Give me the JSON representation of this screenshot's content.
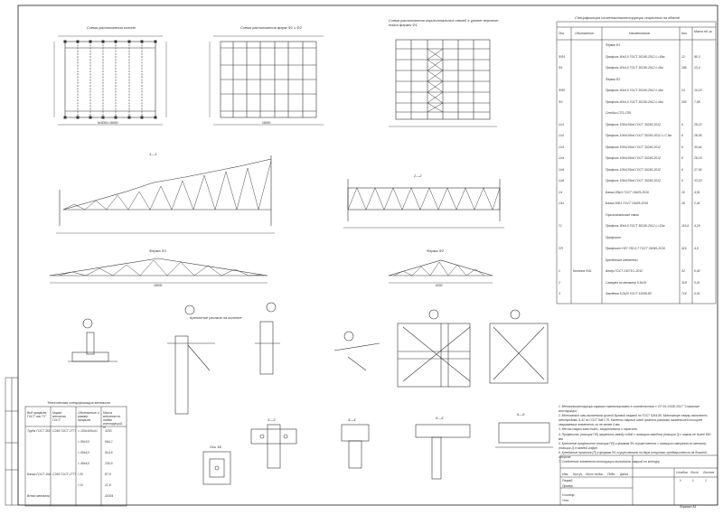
{
  "view_titles": {
    "col_layout": "Схема расположения колонн",
    "truss_layout": "Схема расположения ферм Ф1 и Ф2",
    "bracing_layout": "Схема расположения горизонтальных связей в уровне верхнего пояса фермы Ф1",
    "section_1": "1—1",
    "section_2": "2—2",
    "truss_f1": "Ферма Ф1",
    "truss_f2": "Ферма Ф2",
    "node_support": "Крепление уголков на колонне",
    "section_3": "3—3",
    "section_4": "4—4",
    "section_5": "5—5",
    "section_6": "6—6",
    "axis_1b": "Ось 1Б",
    "table2_title": "Техническая спецификация металла"
  },
  "dims": {
    "col_total": "6х3000=18000",
    "truss_total": "18000",
    "truss_f1_len": "18000",
    "truss_f2_len": "6000"
  },
  "spec": {
    "title": "Спецификация на металлоконструкции покрытия на здание",
    "headers": [
      "Поз.",
      "Обозначение",
      "Наименование",
      "Кол.",
      "Масса ед. кг"
    ],
    "rows": [
      [
        "",
        "",
        "Ферма Ф1",
        "",
        ""
      ],
      [
        "ФФ1",
        "",
        "Профиль 90х3,0 ГОСТ 30245-2012 L=18м",
        "12",
        "95,3"
      ],
      [
        "Ф1",
        "",
        "Профиль 60х4,0 ГОСТ 30245-2012 L=6м",
        "288",
        "13,4"
      ],
      [
        "",
        "",
        "Ферма Ф2",
        "",
        ""
      ],
      [
        "ФФ2",
        "",
        "Профиль 60х4,0 ГОСТ 30245-2012 L=6м",
        "24",
        "16,18"
      ],
      [
        "Ф2",
        "",
        "Профиль 40х4,0 ГОСТ 30245-2012 L=6м",
        "300",
        "7,68"
      ],
      [
        "",
        "",
        "Стойки СП1-СП6",
        "",
        ""
      ],
      [
        "Сп1",
        "",
        "Профиль 100х100х4 ГОСТ 30245-2012",
        "6",
        "28,22"
      ],
      [
        "Сп2",
        "",
        "Профиль 100х100х4 ГОСТ 30245-2012 L=7,5м",
        "6",
        "28,06"
      ],
      [
        "Сп3",
        "",
        "Профиль 100х100х4 ГОСТ 30245-2012",
        "6",
        "30,64"
      ],
      [
        "Сп4",
        "",
        "Профиль 100х100х4 ГОСТ 30245-2012",
        "6",
        "28,18"
      ],
      [
        "Сп5",
        "",
        "Профиль 100х100х4 ГОСТ 30245-2012",
        "6",
        "27,95"
      ],
      [
        "Сп6",
        "",
        "Профиль 100х100х4 ГОСТ 30245-2012",
        "6",
        "33,18"
      ],
      [
        "Св",
        "",
        "Балка 20Ш1 ГОСТ 19425-2016",
        "16",
        "4,51"
      ],
      [
        "Св1",
        "",
        "Балка 10Б1 ГОСТ 19425-2016",
        "26",
        "2,42"
      ],
      [
        "",
        "",
        "Горизонтальные связи",
        "",
        ""
      ],
      [
        "Г1",
        "",
        "Профиль 90х4,0 ГОСТ 30245-2012 L=12м",
        "116,8",
        "4,29"
      ],
      [
        "",
        "",
        "Профлист",
        "",
        ""
      ],
      [
        "ПЛ",
        "",
        "Профлист Н57-750-0,7 ГОСТ 24045-2016",
        "416",
        "4,5"
      ],
      [
        "",
        "",
        "Крепёжные элементы",
        "",
        ""
      ],
      [
        "1",
        "Колонна Ф41",
        "Анкер ГОСТ 24379.1-2012",
        "32",
        "0,92"
      ],
      [
        "2",
        "",
        "Саморез по металлу 5,5х19",
        "318",
        "0,01"
      ],
      [
        "3",
        "",
        "Заклёпка 5,0х20 ГОСТ 10299-80",
        "718",
        "0,01"
      ]
    ]
  },
  "table2": {
    "headers": [
      "Вид профиля, ГОСТ или ТУ",
      "Марка металла, ГОСТ",
      "Обозначение и размер профиля",
      "Масса металла по видам конструкций, т"
    ],
    "rows": [
      [
        "Труба ГОСТ 30245-2012",
        "С245 ГОСТ 27772-2015",
        "□ 100х100х4,0",
        "3253"
      ],
      [
        "",
        "",
        "□ 90х3,0",
        "964,2"
      ],
      [
        "",
        "",
        "□ 60х4,0",
        "514,6"
      ],
      [
        "",
        "",
        "□ 40х4,0",
        "230,6"
      ],
      [
        "Балка ГОСТ 19425-2016",
        "С245 ГОСТ 27772-2015",
        "I 20",
        "87,9"
      ],
      [
        "",
        "",
        "I 10",
        "21,8"
      ],
      [
        "Всего металла",
        "",
        "",
        "11004"
      ]
    ]
  },
  "notes": [
    "1. Металлоконструкции каркаса спроектированы в соответствии с СП 16.13330.2017 \"Стальные конструкции\".",
    "2. Монтажные швы выполнять ручной дуговой сваркой по ГОСТ 5264-80. Монтажную сварку выполнять",
    "   электродами Э-42 по ГОСТ 9467-75. Катеты сварных швой принять равными наименьшей толщине",
    "   свариваемых элементов, но не менее 4 мм.",
    "3. Места сварки зачистить, загрунтовать и окрасить.",
    "4. Профлисты (позиция ПЛ) закрепить между собой с помощью заклёпок (позиция 3) с шагом не более 500",
    "   мм.",
    "5. Крепление профлистов (позиция ПЛ) к фермам Ф1 осуществлять с помощью саморезов по металлу",
    "   (позиция 2) в каждой гофре.",
    "6. Крепёжные прогонов (П) к фермам Ф1 осуществлять по двум сторонам, предварительно на длинной стороне.",
    "7. Соединение элементов конструкции выполнять сваркой по контуру."
  ],
  "stamp": {
    "cols": [
      "Изм.",
      "Кол.уч.",
      "Лист",
      "№док.",
      "Подп.",
      "Дата"
    ],
    "roles": [
      "Разраб.",
      "Провер.",
      "Н.контр.",
      "Утв."
    ],
    "stage_headers": [
      "Стадия",
      "Лист",
      "Листов"
    ],
    "stage_values": [
      "У",
      "1",
      "1"
    ],
    "format": "Формат А1"
  }
}
